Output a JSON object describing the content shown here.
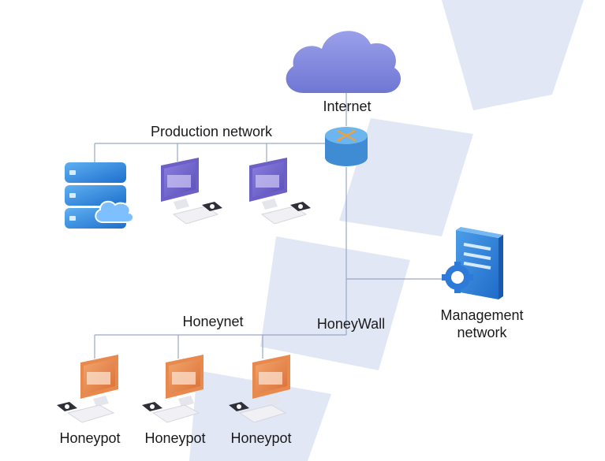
{
  "labels": {
    "internet": "Internet",
    "production_network": "Production network",
    "honeynet": "Honeynet",
    "honeywall": "HoneyWall",
    "management_line1": "Management",
    "management_line2": "network",
    "honeypots": [
      "Honeypot",
      "Honeypot",
      "Honeypot"
    ]
  },
  "colors": {
    "cloud": "#7f86dd",
    "router": "#4b9be0",
    "router_arrows": "#f0a13b",
    "server": "#2f86dc",
    "monitor_purple": "#6c5fc7",
    "monitor_orange": "#e88a4e",
    "mgmt_panel": "#2d83e0",
    "gear": "#2d7ad8",
    "line": "#9aa6c8",
    "watermark": "#c9d4ec"
  },
  "icons": {
    "cloud": "cloud-icon",
    "router": "router-icon",
    "server": "server-icon",
    "workstation": "workstation-icon",
    "honeypot": "honeypot-workstation-icon",
    "management": "management-console-icon"
  }
}
